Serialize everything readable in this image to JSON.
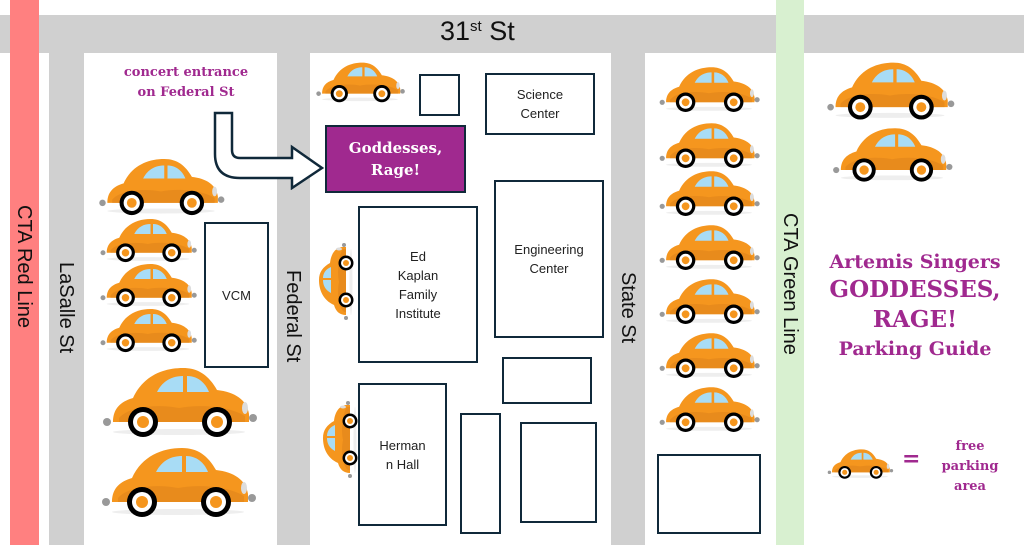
{
  "map": {
    "title_lines": [
      "Artemis Singers",
      "GODDESSES,",
      "RAGE!",
      "Parking Guide"
    ],
    "streets": {
      "top": {
        "number": "31",
        "suffix": "st",
        "name": "St"
      },
      "lasalle": "LaSalle St",
      "federal": "Federal St",
      "state": "State St"
    },
    "transit": {
      "red": "CTA Red Line",
      "green": "CTA Green Line"
    },
    "callout": {
      "line1": "concert entrance",
      "line2": "on Federal St"
    },
    "venue": {
      "line1": "Goddesses,",
      "line2": "Rage!"
    },
    "buildings": {
      "vcm": "VCM",
      "science": "Science\nCenter",
      "kaplan": "Ed\nKaplan\nFamily\nInstitute",
      "engineering": "Engineering\nCenter",
      "hermann": "Herman\nn Hall"
    },
    "legend": {
      "symbol": "car-icon",
      "equals": "=",
      "line1": "free",
      "line2": "parking",
      "line3": "area"
    },
    "colors": {
      "red_line": "#ff8080",
      "green_line": "#d8f0d0",
      "road": "#d0d0d0",
      "accent_purple": "#a0298f",
      "car_orange": "#f5961e",
      "building_border": "#10293a"
    }
  }
}
